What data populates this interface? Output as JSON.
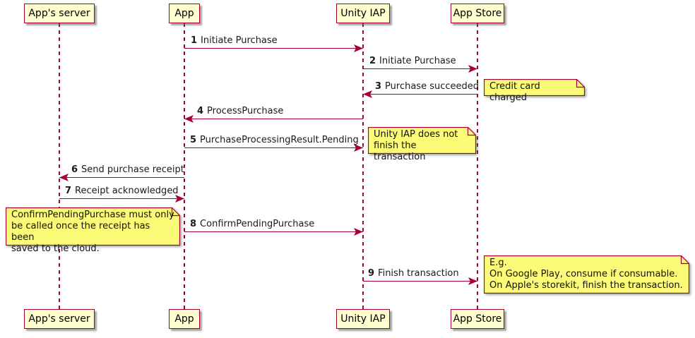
{
  "diagram": {
    "kind": "uml-sequence-diagram",
    "colors": {
      "accent": "#A80036",
      "participant_fill": "#FEFECE",
      "note_fill": "#FBFB77",
      "background": "#FFFFFF"
    }
  },
  "participants": [
    {
      "name": "App's server"
    },
    {
      "name": "App"
    },
    {
      "name": "Unity IAP"
    },
    {
      "name": "App Store"
    }
  ],
  "messages": [
    {
      "num": "1",
      "label": "Initiate Purchase",
      "from": "App",
      "to": "Unity IAP"
    },
    {
      "num": "2",
      "label": "Initiate Purchase",
      "from": "Unity IAP",
      "to": "App Store"
    },
    {
      "num": "3",
      "label": "Purchase succeeded",
      "from": "App Store",
      "to": "Unity IAP"
    },
    {
      "num": "4",
      "label": "ProcessPurchase",
      "from": "Unity IAP",
      "to": "App"
    },
    {
      "num": "5",
      "label": "PurchaseProcessingResult.Pending",
      "from": "App",
      "to": "Unity IAP"
    },
    {
      "num": "6",
      "label": "Send purchase receipt",
      "from": "App",
      "to": "App's server"
    },
    {
      "num": "7",
      "label": "Receipt acknowledged",
      "from": "App's server",
      "to": "App"
    },
    {
      "num": "8",
      "label": "ConfirmPendingPurchase",
      "from": "App",
      "to": "Unity IAP"
    },
    {
      "num": "9",
      "label": "Finish transaction",
      "from": "Unity IAP",
      "to": "App Store"
    }
  ],
  "notes": [
    {
      "text": "Credit card charged",
      "anchor": "right of App Store"
    },
    {
      "text": "Unity IAP does not\nfinish the transaction",
      "anchor": "right of Unity IAP"
    },
    {
      "text": "ConfirmPendingPurchase must only\nbe called once the receipt has been\nsaved to the cloud.",
      "anchor": "left of App"
    },
    {
      "text": "E.g.\nOn Google Play, consume if consumable.\nOn Apple's storekit, finish the transaction.",
      "anchor": "right of App Store"
    }
  ]
}
